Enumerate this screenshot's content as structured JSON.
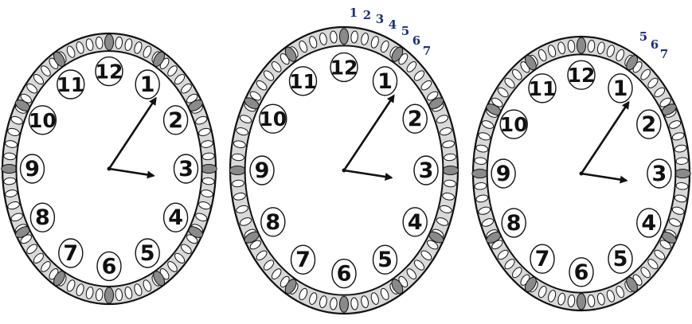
{
  "colors": {
    "ink": "#111111",
    "rim_fill": "#d9d9d9",
    "bead_fill": "#ffffff",
    "annotation": "#1f2f7a"
  },
  "clocks": [
    {
      "numbers": [
        "12",
        "1",
        "2",
        "3",
        "4",
        "5",
        "6",
        "7",
        "8",
        "9",
        "10",
        "11"
      ],
      "hands": {
        "hour_target": 3,
        "minute_target": 1
      },
      "annotations": []
    },
    {
      "numbers": [
        "12",
        "1",
        "2",
        "3",
        "4",
        "5",
        "6",
        "7",
        "8",
        "9",
        "10",
        "11"
      ],
      "hands": {
        "hour_target": 3,
        "minute_target": 1
      },
      "annotations": [
        "1",
        "2",
        "3",
        "4",
        "5",
        "6",
        "7"
      ]
    },
    {
      "numbers": [
        "12",
        "1",
        "2",
        "3",
        "4",
        "5",
        "6",
        "7",
        "8",
        "9",
        "10",
        "11"
      ],
      "hands": {
        "hour_target": 3,
        "minute_target": 1
      },
      "annotations": [
        "5",
        "6",
        "7"
      ]
    }
  ]
}
